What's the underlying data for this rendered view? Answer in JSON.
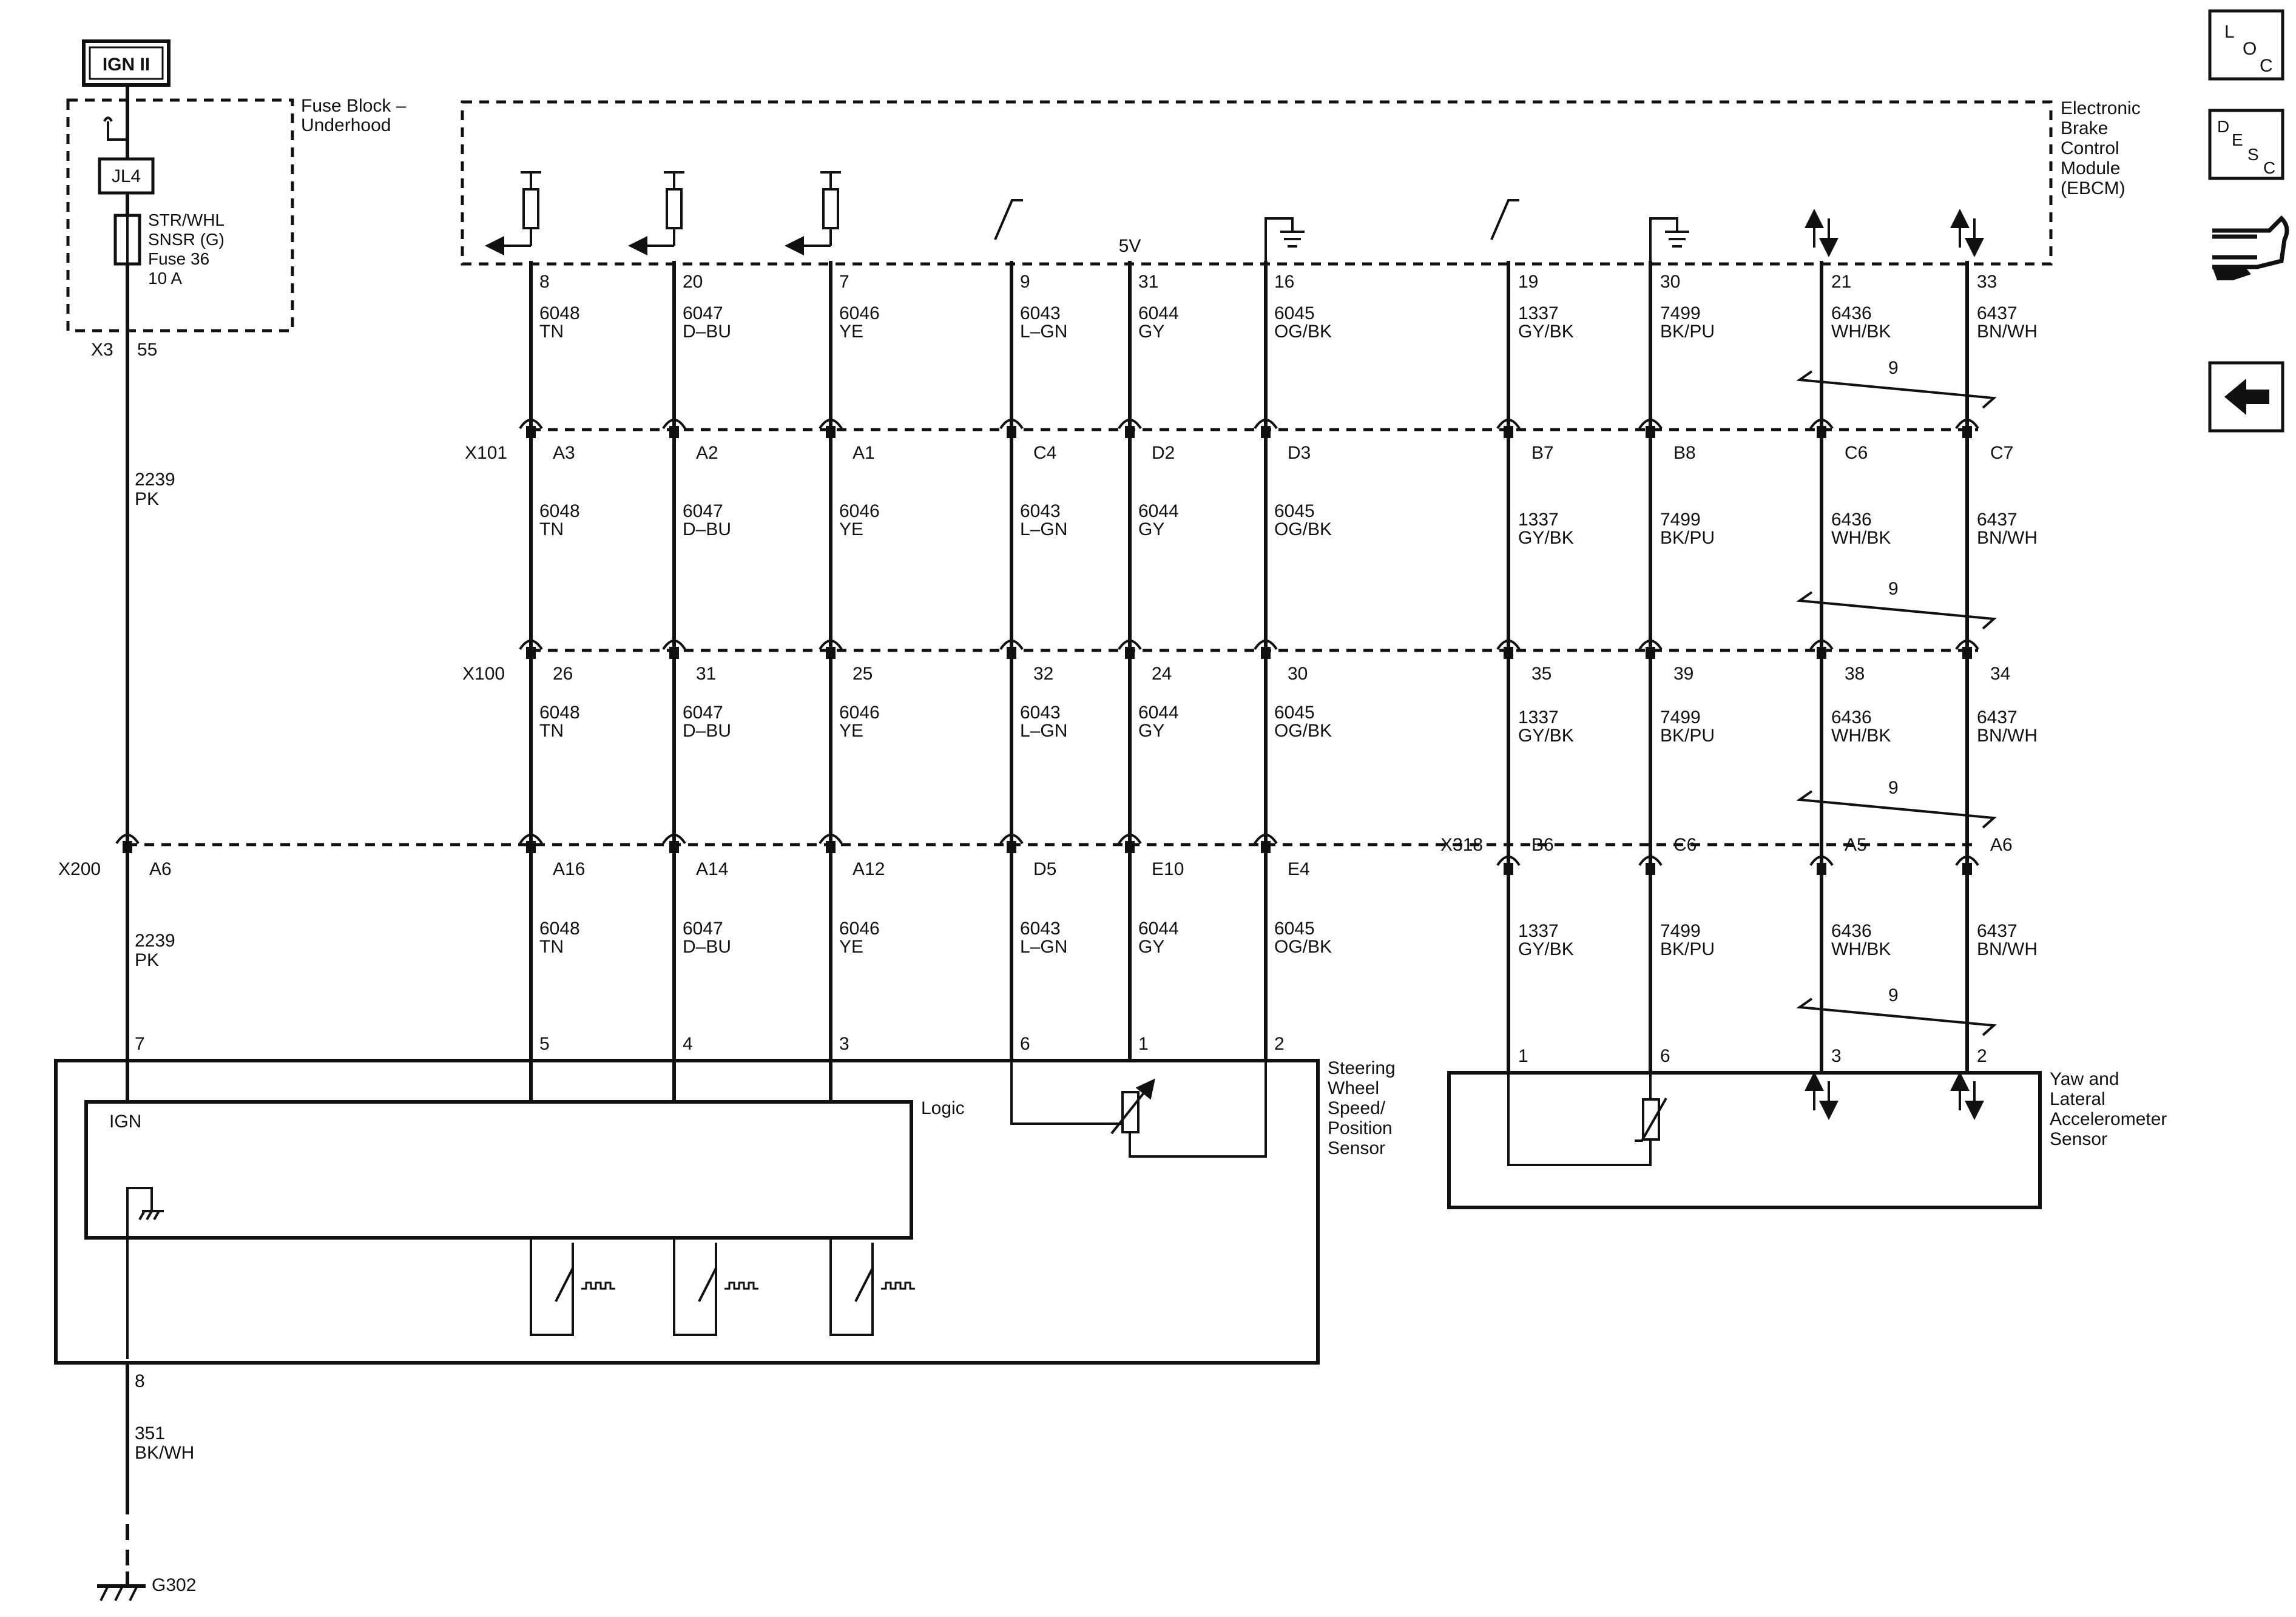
{
  "ign": {
    "label": "IGN II"
  },
  "fuse_block": {
    "title_line1": "Fuse Block –",
    "title_line2": "Underhood",
    "splice": "JL4",
    "fuse_line1": "STR/WHL",
    "fuse_line2": "SNSR (G)",
    "fuse_line3": "Fuse 36",
    "fuse_line4": "10 A",
    "connector": "X3",
    "pin": "55"
  },
  "ebcm": {
    "title_lines": [
      "Electronic",
      "Brake",
      "Control",
      "Module",
      "(EBCM)"
    ],
    "five_volt": "5V"
  },
  "power_wire": {
    "upper_circuit": "2239",
    "upper_color": "PK",
    "x200_pin": "A6",
    "lower_circuit": "2239",
    "lower_color": "PK",
    "sensor_pin": "7"
  },
  "connectors": {
    "x101": "X101",
    "x100": "X100",
    "x200": "X200",
    "x318": "X318"
  },
  "steering_circuits": [
    {
      "ebcm_pin": "8",
      "circuit": "6048",
      "color": "TN",
      "x101": "A3",
      "x100": "26",
      "x200": "A16",
      "sensor_pin": "5"
    },
    {
      "ebcm_pin": "20",
      "circuit": "6047",
      "color": "D–BU",
      "x101": "A2",
      "x100": "31",
      "x200": "A14",
      "sensor_pin": "4"
    },
    {
      "ebcm_pin": "7",
      "circuit": "6046",
      "color": "YE",
      "x101": "A1",
      "x100": "25",
      "x200": "A12",
      "sensor_pin": "3"
    },
    {
      "ebcm_pin": "9",
      "circuit": "6043",
      "color": "L–GN",
      "x101": "C4",
      "x100": "32",
      "x200": "D5",
      "sensor_pin": "6"
    },
    {
      "ebcm_pin": "31",
      "circuit": "6044",
      "color": "GY",
      "x101": "D2",
      "x100": "24",
      "x200": "E10",
      "sensor_pin": "1"
    },
    {
      "ebcm_pin": "16",
      "circuit": "6045",
      "color": "OG/BK",
      "x101": "D3",
      "x100": "30",
      "x200": "E4",
      "sensor_pin": "2"
    }
  ],
  "yaw_circuits": [
    {
      "ebcm_pin": "19",
      "circuit": "1337",
      "color": "GY/BK",
      "x101": "B7",
      "x100": "35",
      "x318": "B6",
      "sensor_pin": "1"
    },
    {
      "ebcm_pin": "30",
      "circuit": "7499",
      "color": "BK/PU",
      "x101": "B8",
      "x100": "39",
      "x318": "C6",
      "sensor_pin": "6"
    },
    {
      "ebcm_pin": "21",
      "circuit": "6436",
      "color": "WH/BK",
      "x101": "C6",
      "x100": "38",
      "x318": "A5",
      "sensor_pin": "3"
    },
    {
      "ebcm_pin": "33",
      "circuit": "6437",
      "color": "BN/WH",
      "x101": "C7",
      "x100": "34",
      "x318": "A6",
      "sensor_pin": "2"
    }
  ],
  "twisted_pair": {
    "label": "9"
  },
  "steering_sensor": {
    "title_lines": [
      "Steering",
      "Wheel",
      "Speed/",
      "Position",
      "Sensor"
    ],
    "logic_label": "Logic",
    "ign_label": "IGN",
    "ground_pin": "8"
  },
  "ground_wire": {
    "circuit": "351",
    "color": "BK/WH",
    "ground": "G302"
  },
  "yaw_sensor": {
    "title_lines": [
      "Yaw and",
      "Lateral",
      "Accelerometer",
      "Sensor"
    ]
  },
  "nav": {
    "loc": [
      "L",
      "O",
      "C"
    ],
    "desc": [
      "D",
      "E",
      "S",
      "C"
    ],
    "connector_icon": "connector-info-icon",
    "back_icon": "back-arrow-icon"
  }
}
